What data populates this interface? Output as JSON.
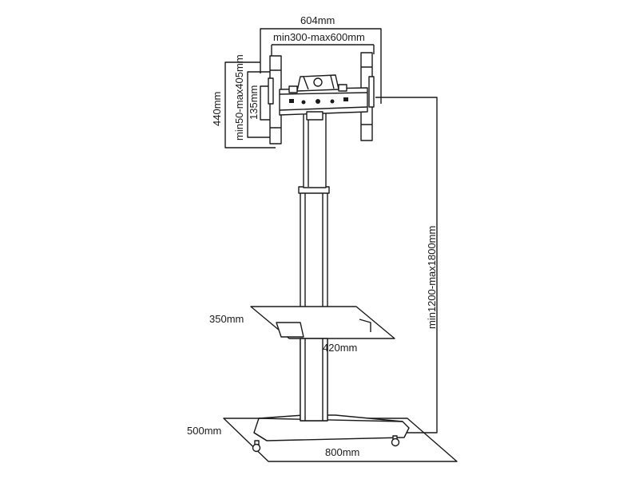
{
  "labels": {
    "frame_width": "604mm",
    "vesa_width": "min300-max600mm",
    "frame_height": "440mm",
    "vesa_height": "min50-max405mm",
    "bracket_height": "135mm",
    "stand_height": "min1200-max1800mm",
    "shelf_depth": "350mm",
    "shelf_width": "420mm",
    "base_depth": "500mm",
    "base_width": "800mm"
  }
}
